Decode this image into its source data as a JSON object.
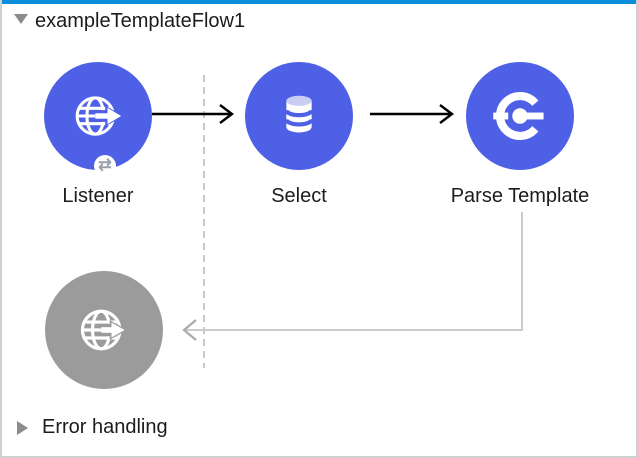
{
  "flow": {
    "title": "exampleTemplateFlow1",
    "collapsed": false,
    "nodes": [
      {
        "id": "listener",
        "label": "Listener",
        "icon": "http-listener-icon",
        "state": "active"
      },
      {
        "id": "select",
        "label": "Select",
        "icon": "database-icon",
        "state": "active"
      },
      {
        "id": "parse-template",
        "label": "Parse Template",
        "icon": "parse-template-icon",
        "state": "active"
      },
      {
        "id": "response-listener",
        "label": "",
        "icon": "http-listener-icon",
        "state": "inactive"
      }
    ],
    "badge": {
      "icon": "swap-arrows-icon",
      "glyph": "⇄"
    },
    "error_section": {
      "label": "Error handling",
      "collapsed": true
    }
  },
  "colors": {
    "node-blue": "#4e61e6",
    "node-gray": "#9b9b9b",
    "db-top": "#c9cdf4",
    "flow-select-blue": "#0a8ed9",
    "text": "#1c1c1c",
    "chevron-gray": "#8c8c8c",
    "wire-black": "#000000",
    "wire-gray": "#cccccc",
    "wire-gray-head": "#ababab",
    "dashed-gray": "#c8c8c8",
    "border-gray": "#cfcfcf",
    "badge-glyph": "#98a0aa"
  }
}
